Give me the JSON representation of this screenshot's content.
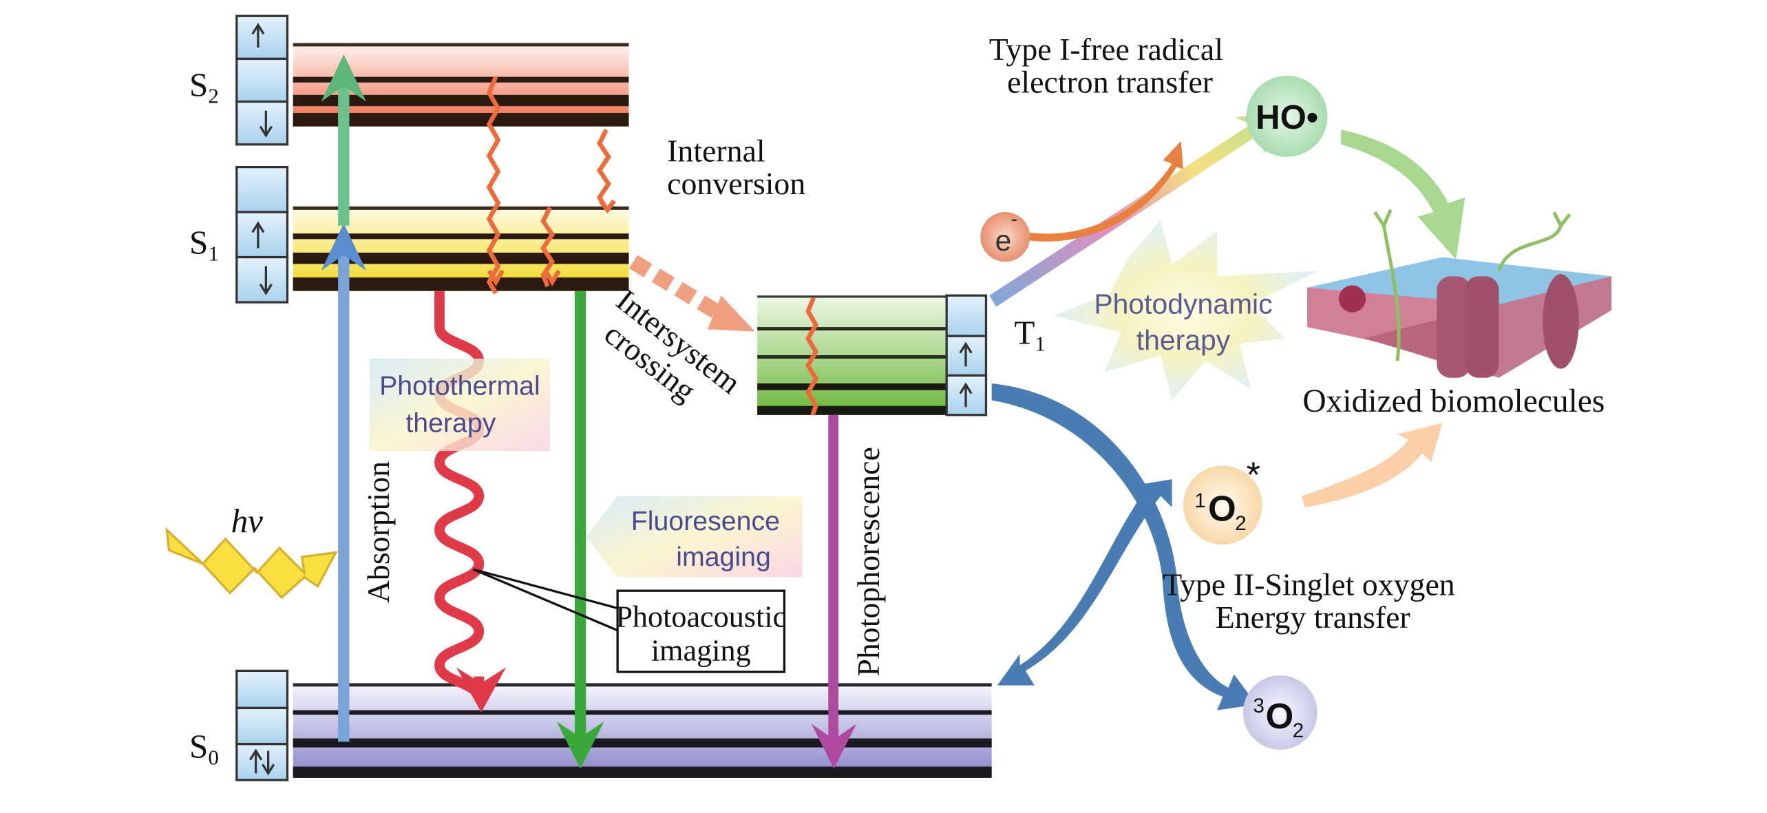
{
  "levels": {
    "s2": {
      "label": "S",
      "sub": "2"
    },
    "s1": {
      "label": "S",
      "sub": "1"
    },
    "s0": {
      "label": "S",
      "sub": "0"
    },
    "t1": {
      "label": "T",
      "sub": "1"
    }
  },
  "labels": {
    "internal_conversion_1": "Internal",
    "internal_conversion_2": "conversion",
    "intersystem_1": "Intersystem",
    "intersystem_2": "crossing",
    "absorption": "Absorption",
    "phosphorescence": "Photophorescence",
    "hv": "hv",
    "photothermal_1": "Photothermal",
    "photothermal_2": "therapy",
    "fluorescence_1": "Fluoresence",
    "fluorescence_2": "imaging",
    "photoacoustic_1": "Photoacoustic",
    "photoacoustic_2": "imaging",
    "type1_1": "Type I-free radical",
    "type1_2": "electron transfer",
    "ho": "HO•",
    "electron": "e",
    "electron_sup": "-",
    "photodynamic_1": "Photodynamic",
    "photodynamic_2": "therapy",
    "oxidized": "Oxidized biomolecules",
    "singlet_o2_sup": "1",
    "singlet_o2": "O",
    "singlet_o2_sub": "2",
    "singlet_o2_star": "*",
    "triplet_o2_sup": "3",
    "triplet_o2": "O",
    "triplet_o2_sub": "2",
    "type2_1": "Type II-Singlet oxygen",
    "type2_2": "Energy transfer"
  },
  "colors": {
    "s2": "#f07a5a",
    "s1": "#f4e030",
    "t1": "#7cc04a",
    "s0": "#8a86c8",
    "absorption": "#6a9ad4",
    "excitation": "#5cb87a",
    "photothermal": "#e03040",
    "fluorescence": "#3aa83a",
    "phosphorescence": "#b04aa0",
    "energy_transfer": "#3a6ea8"
  }
}
